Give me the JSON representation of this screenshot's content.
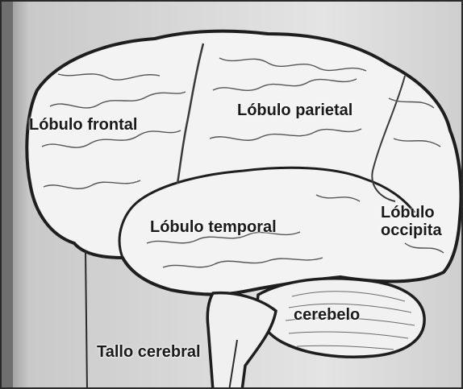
{
  "labels": {
    "frontal": "Lóbulo frontal",
    "parietal": "Lóbulo parietal",
    "temporal": "Lóbulo temporal",
    "occipital_line1": "Lóbulo",
    "occipital_line2": "occipita",
    "cerebelo": "cerebelo",
    "tallo": "Tallo cerebral"
  }
}
